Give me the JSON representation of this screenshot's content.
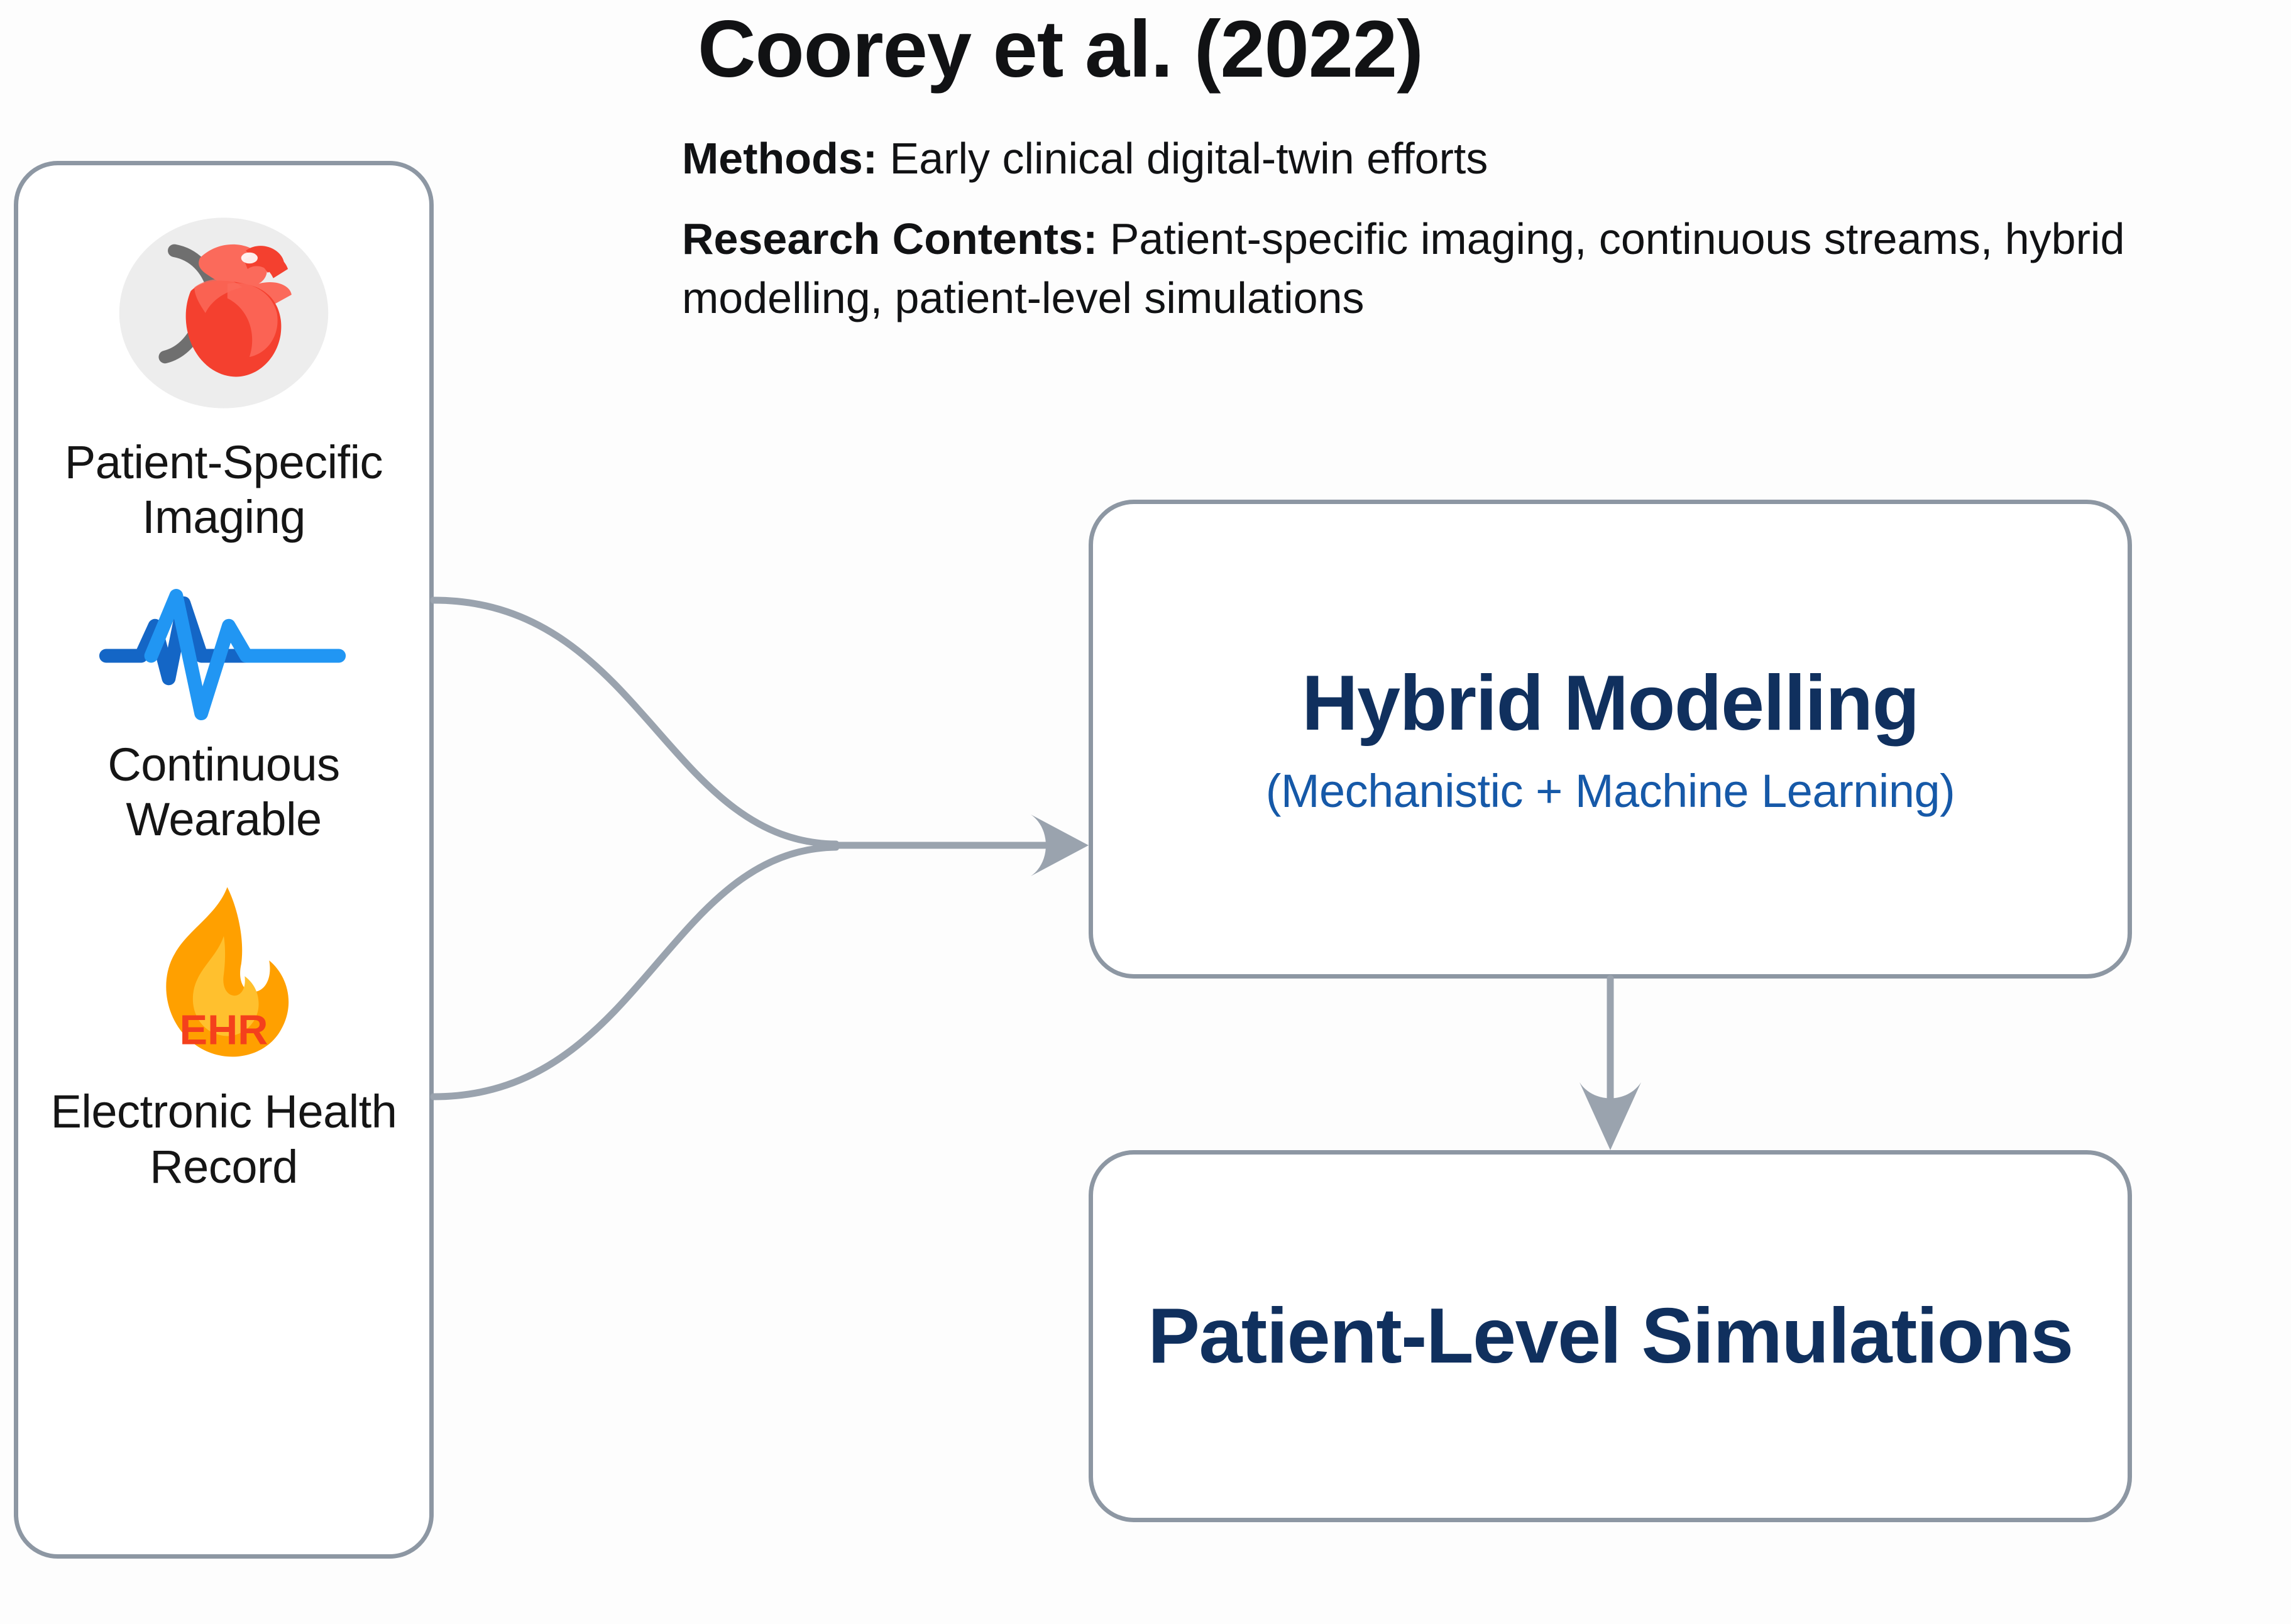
{
  "header": {
    "title": "Coorey et al. (2022)",
    "methods_label": "Methods:",
    "methods_text": " Early clinical digital-twin efforts",
    "contents_label": "Research Contents:",
    "contents_text": " Patient-specific imaging, continuous streams, hybrid modelling, patient-level simulations"
  },
  "sources": {
    "items": [
      {
        "icon": "anatomical-heart-icon",
        "label": "Patient-Specific Imaging"
      },
      {
        "icon": "pulse-waveform-icon",
        "label": "Continuous Wearable"
      },
      {
        "icon": "ehr-flame-icon",
        "label": "Electronic Health Record",
        "badge": "EHR"
      }
    ]
  },
  "process": {
    "hybrid": {
      "title": "Hybrid Modelling",
      "subtitle": "(Mechanistic + Machine Learning)"
    },
    "simulations": {
      "title": "Patient-Level Simulations"
    }
  },
  "colors": {
    "background": "#fdfdfd",
    "border_gray": "#8d97a3",
    "connector_gray": "#9aa3ae",
    "title_navy": "#10305e",
    "subtitle_blue": "#1659a8",
    "text_black": "#111214",
    "heart_red": "#f4402f",
    "heart_light": "#fb6a5b",
    "pulse_blue_dark": "#1466c6",
    "pulse_blue_light": "#2196f3",
    "flame_orange": "#ffa000",
    "flame_yellow": "#ffc02e",
    "badge_red": "#f4401c",
    "icon_circle_gray": "#ededed"
  }
}
